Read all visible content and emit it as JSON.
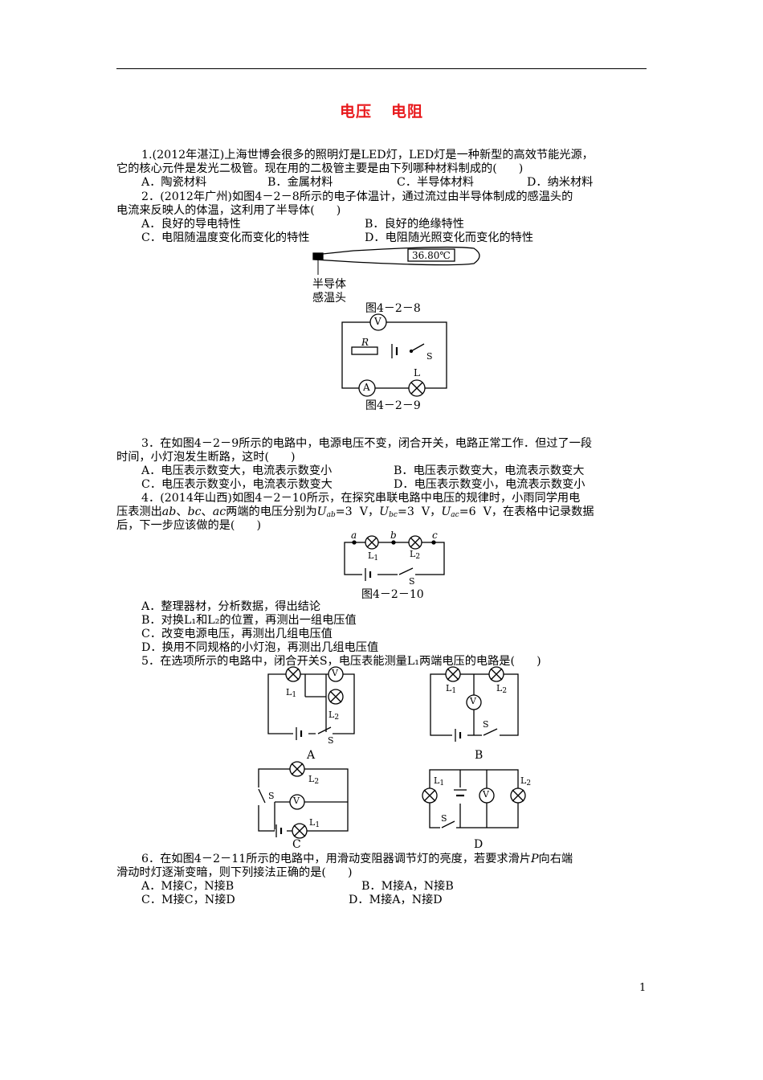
{
  "doc": {
    "title_a": "电压",
    "title_b": "电阻",
    "page_number": "1"
  },
  "q1": {
    "l1": "1.(2012年湛江)上海世博会很多的照明灯是LED灯，LED灯是一种新型的高效节能光源，",
    "l2": "它的核心元件是发光二极管。现在用的二极管主要是由下列哪种材料制成的(      )",
    "a": "A．陶瓷材料",
    "b": "B．金属材料",
    "c": "C．半导体材料",
    "d": "D．纳米材料"
  },
  "q2": {
    "l1": "2．(2012年广州)如图4－2－8所示的电子体温计，通过流过由半导体制成的感温头的",
    "l2": "电流来反映人的体温，这利用了半导体(      )",
    "a": "A．良好的导电特性",
    "b": "B．良好的绝缘特性",
    "c": "C．电阻随温度变化而变化的特性",
    "d": "D．电阻随光照变化而变化的特性"
  },
  "fig8": {
    "display": "36.80℃",
    "label1": "半导体",
    "label2": "感温头",
    "caption": "图4－2－8"
  },
  "fig9": {
    "V": "V",
    "R": "R",
    "S": "S",
    "A": "A",
    "L": "L",
    "caption": "图4－2－9"
  },
  "q3": {
    "l1": "3．在如图4－2－9所示的电路中，电源电压不变，闭合开关，电路正常工作．但过了一段",
    "l2": "时间，小灯泡发生断路，这时(      )",
    "a": "A．电压表示数变大，电流表示数变小",
    "b": "B．电压表示数变大，电流表示数变大",
    "c": "C．电压表示数变小，电流表示数变大",
    "d": "D．电压表示数变小，电流表示数变小"
  },
  "q4": {
    "l1": "4．(2014年山西)如图4－2－10所示，在探究串联电路中电压的规律时，小雨同学用电",
    "l2_pre": "压表测出",
    "l2_mid1": "两端的电压分别为",
    "l2_u1": "=3  V，",
    "l2_u2": "=3  V，",
    "l2_u3": "=6  V，在表格中记录数据",
    "l3": "后，下一步应该做的是(      )",
    "ab": "ab",
    "bc": "bc",
    "ac": "ac",
    "Uab": "U",
    "Uab_sub": "ab",
    "Ubc": "U",
    "Ubc_sub": "bc",
    "Uac": "U",
    "Uac_sub": "ac",
    "a": "A．整理器材，分析数据，得出结论",
    "b": "B．对换L₁和L₂的位置，再测出一组电压值",
    "c": "C．改变电源电压，再测出几组电压值",
    "d": "D．换用不同规格的小灯泡，再测出几组电压值"
  },
  "fig10": {
    "pa": "a",
    "pb": "b",
    "pc": "c",
    "L1": "L",
    "L1s": "1",
    "L2": "L",
    "L2s": "2",
    "S": "S",
    "caption": "图4－2－10"
  },
  "q5": {
    "l1": "5．在选项所示的电路中，闭合开关S，电压表能测量L₁两端电压的电路是(      )"
  },
  "fig5": {
    "A": "A",
    "B": "B",
    "C": "C",
    "D": "D",
    "V": "V",
    "S": "S",
    "L": "L",
    "s1": "1",
    "s2": "2"
  },
  "q6": {
    "l1": "6．在如图4－2－11所示的电路中，用滑动变阻器调节灯的亮度，若要求滑片",
    "P": "P",
    "l1b": "向右端",
    "l2": "滑动时灯逐渐变暗，则下列接法正确的是(      )",
    "a": "A．M接C，N接B",
    "b": "B．M接A，N接B",
    "c": "C．M接C，N接D",
    "d": "D．M接A，N接D"
  }
}
